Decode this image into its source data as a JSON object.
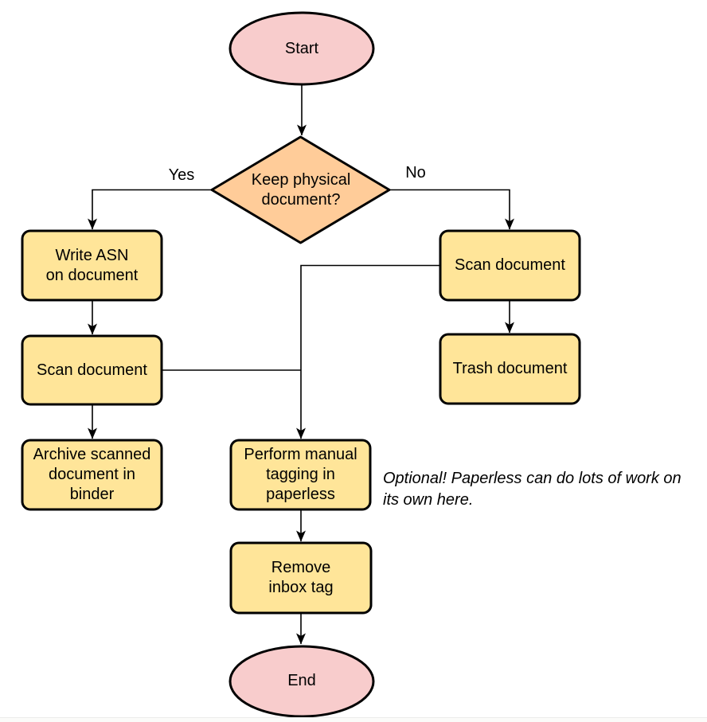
{
  "diagram": {
    "type": "flowchart",
    "colors": {
      "terminator_fill": "#F8CCCC",
      "decision_fill": "#FFCC99",
      "process_fill": "#FFE599",
      "shape_stroke": "#000000",
      "line_stroke": "#000000",
      "background": "#FFFFFF"
    },
    "nodes": {
      "start": {
        "shape": "ellipse",
        "label": "Start"
      },
      "keep_physical": {
        "shape": "diamond",
        "label": "Keep physical\ndocument?"
      },
      "write_asn": {
        "shape": "rounded-rect",
        "label": "Write ASN\non document"
      },
      "scan_left": {
        "shape": "rounded-rect",
        "label": "Scan document"
      },
      "archive": {
        "shape": "rounded-rect",
        "label": "Archive scanned\ndocument in\nbinder"
      },
      "scan_right": {
        "shape": "rounded-rect",
        "label": "Scan document"
      },
      "trash": {
        "shape": "rounded-rect",
        "label": "Trash document"
      },
      "tagging": {
        "shape": "rounded-rect",
        "label": "Perform manual\ntagging in\npaperless"
      },
      "remove_inbox": {
        "shape": "rounded-rect",
        "label": "Remove\ninbox tag"
      },
      "end": {
        "shape": "ellipse",
        "label": "End"
      }
    },
    "edge_labels": {
      "yes": "Yes",
      "no": "No"
    },
    "annotation": "Optional! Paperless can do lots of work on\nits own here."
  }
}
